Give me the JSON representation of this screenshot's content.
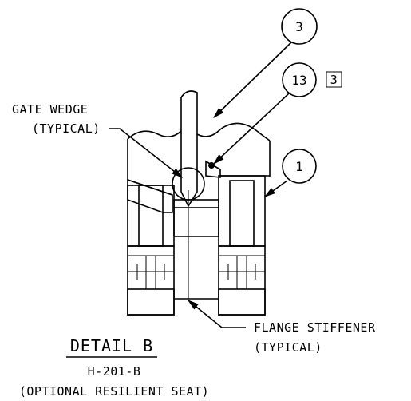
{
  "balloons": [
    {
      "id": "balloon-3",
      "number": "3"
    },
    {
      "id": "balloon-13",
      "number": "13",
      "flag": "3"
    },
    {
      "id": "balloon-1",
      "number": "1"
    }
  ],
  "labels": {
    "gate_wedge_line1": "GATE WEDGE",
    "gate_wedge_line2": "(TYPICAL)",
    "flange_stiffener_line1": "FLANGE STIFFENER",
    "flange_stiffener_line2": "(TYPICAL)"
  },
  "detail": {
    "title": "DETAIL  B",
    "reference": "H-201-B",
    "note": "(OPTIONAL RESILIENT SEAT)"
  }
}
